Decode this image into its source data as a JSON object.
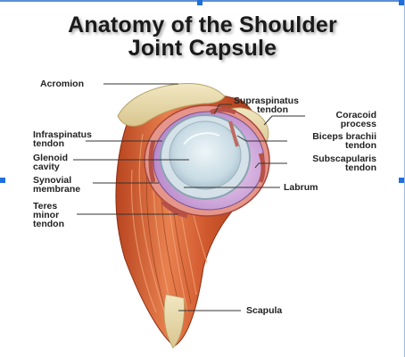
{
  "diagram": {
    "title_line1": "Anatomy of the Shoulder",
    "title_line2": "Joint Capsule",
    "labels": {
      "acromion": "Acromion",
      "supraspinatus_1": "Supraspinatus",
      "supraspinatus_2": "tendon",
      "coracoid_1": "Coracoid",
      "coracoid_2": "process",
      "infraspinatus_1": "Infraspinatus",
      "infraspinatus_2": "tendon",
      "biceps_1": "Biceps brachii",
      "biceps_2": "tendon",
      "glenoid_1": "Glenoid",
      "glenoid_2": "cavity",
      "subscapularis_1": "Subscapularis",
      "subscapularis_2": "tendon",
      "synovial_1": "Synovial",
      "synovial_2": "membrane",
      "labrum": "Labrum",
      "teres_1": "Teres",
      "teres_2": "minor",
      "teres_3": "tendon",
      "scapula": "Scapula"
    },
    "colors": {
      "muscle": "#d9643a",
      "muscle_dark": "#a8391c",
      "bone": "#e9ddb0",
      "cartilage": "#d7e6ec",
      "capsule": "#c9a6d8",
      "tendon": "#e7a398",
      "frame": "#1f6fdc"
    }
  }
}
